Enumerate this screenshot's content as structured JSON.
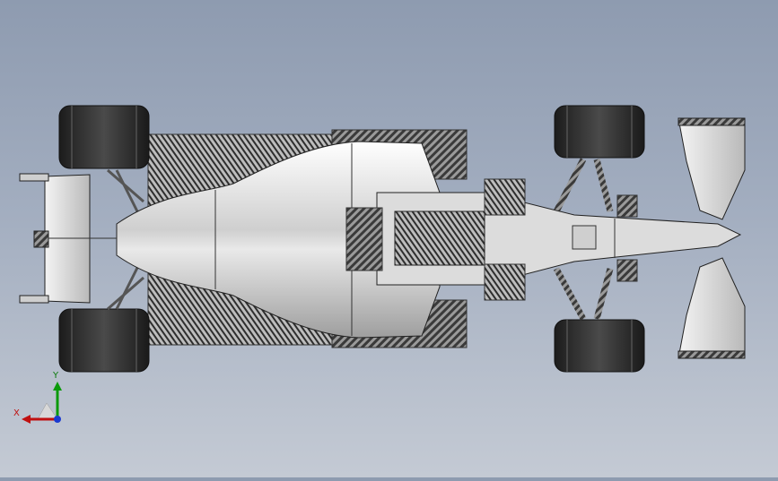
{
  "viewport": {
    "model": "f1-car-top-view",
    "background_top": "#8e9bb0",
    "background_bottom": "#c4cad4"
  },
  "triad": {
    "x_label": "X",
    "y_label": "Y",
    "x_color": "#c01010",
    "y_color": "#0a9a0a",
    "z_color": "#1a3ad0"
  }
}
